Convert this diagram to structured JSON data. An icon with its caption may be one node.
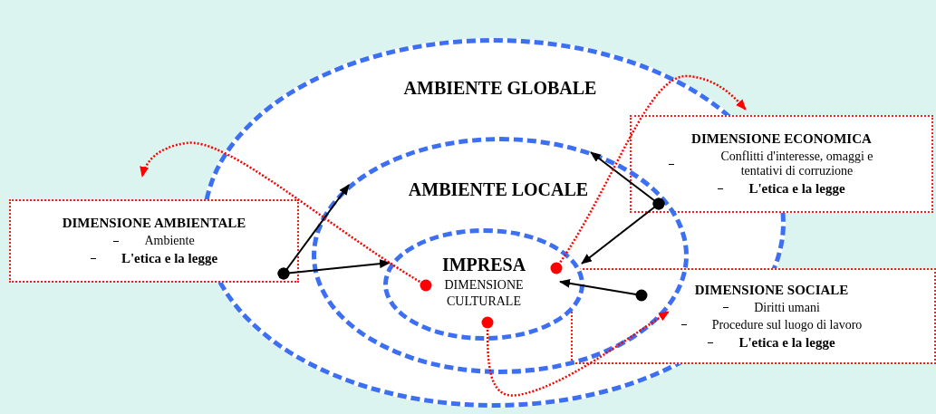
{
  "diagram": {
    "nodes": [
      {
        "text": [
          "AMBIENTE GLOBALE"
        ]
      },
      {
        "text": [
          "AMBIENTE LOCALE"
        ],
        "in": 0
      },
      {
        "text": [
          "IMPRESA",
          "DIMENSIONE CULTURALE"
        ],
        "in": 1
      },
      {
        "text": [
          "DIMENSIONE AMBIENTALE",
          "Ambiente",
          "L'etica e la legge"
        ]
      },
      {
        "text": [
          "DIMENSIONE ECONOMICA",
          "Conflitti d'interesse, omaggi e tentativi di corruzione",
          "L'etica e la legge"
        ]
      },
      {
        "text": [
          "DIMENSIONE SOCIALE",
          "Diritti umani",
          "Procedure sul luogo di lavoro",
          "L'etica e la legge"
        ]
      }
    ],
    "edges": [
      {
        "from": 3,
        "to": 1,
        "arrow": "to"
      },
      {
        "from": 3,
        "to": 2,
        "arrow": "to"
      },
      {
        "from": 4,
        "to": 1,
        "arrow": "to"
      },
      {
        "from": 4,
        "to": 2,
        "arrow": "to"
      },
      {
        "from": 5,
        "to": 2,
        "arrow": "to"
      },
      {
        "from": 2,
        "to": 3,
        "arrow": "to",
        "style": "dashed",
        "color": "#ff0000"
      },
      {
        "from": 2,
        "to": 4,
        "arrow": "to",
        "style": "dashed",
        "color": "#ff0000"
      },
      {
        "from": 2,
        "to": 5,
        "arrow": "to",
        "style": "dashed",
        "color": "#ff0000"
      }
    ]
  }
}
